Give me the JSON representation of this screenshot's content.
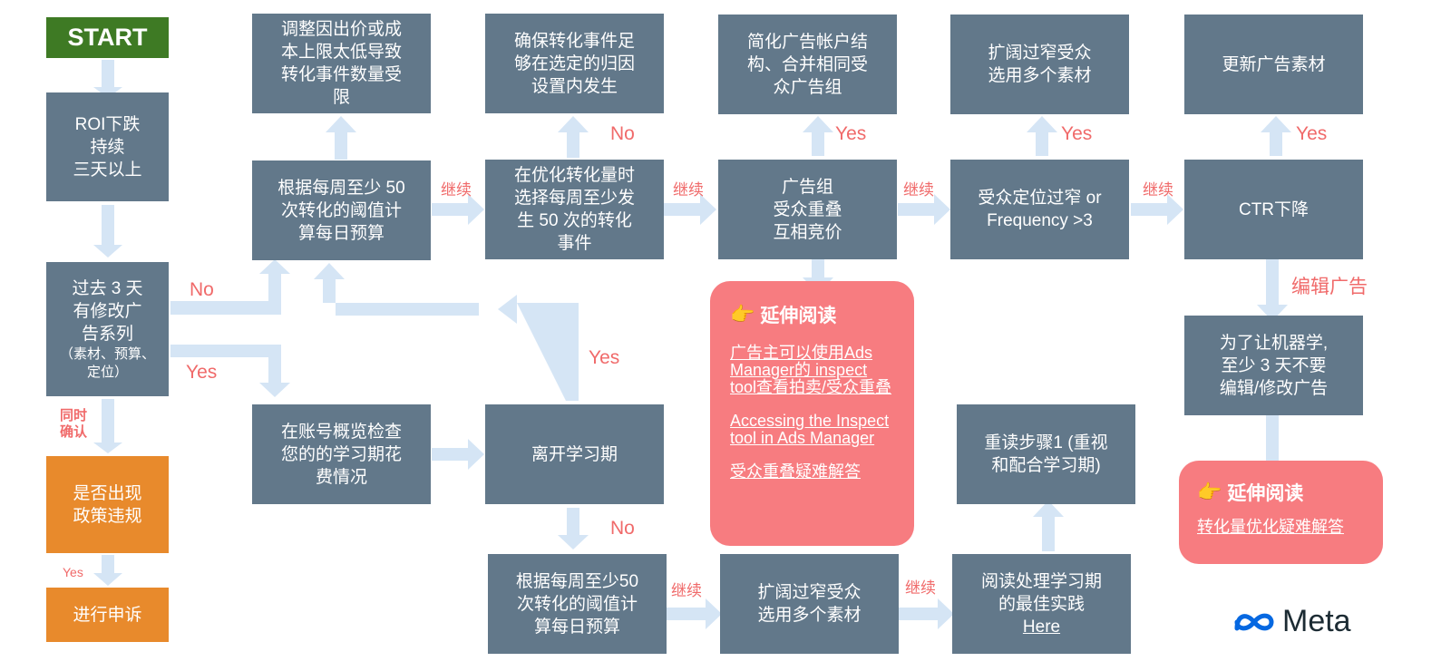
{
  "nodes": {
    "start": "START",
    "roi_drop": "ROI下跌\n持续\n三天以上",
    "modified": "过去 3 天\n有修改广\n告系列",
    "modified_note": "（素材、预算、\n定位）",
    "policy": "是否出现\n政策违规",
    "appeal": "进行申诉",
    "adjust_bid": "调整因出价或成\n本上限太低导致\n转化事件数量受\n限",
    "budget_top": "根据每周至少 50\n次转化的阈值计\n算每日预算",
    "learning_spend": "在账号概览检查\n您的的学习期花\n费情况",
    "ensure_event": "确保转化事件足\n够在选定的归因\n设置内发生",
    "optimize_event": "在优化转化量时\n选择每周至少发\n生 50 次的转化\n事件",
    "exit_learning": "离开学习期",
    "budget_bottom": "根据每周至少50\n次转化的阈值计\n算每日预算",
    "simplify": "简化广告帐户结\n构、合并相同受\n众广告组",
    "overlap": "广告组\n受众重叠\n互相竞价",
    "broaden_top": "扩阔过窄受众\n选用多个素材",
    "narrow": "受众定位过窄 or\nFrequency >3",
    "broaden_bottom": "扩阔过窄受众\n选用多个素材",
    "reread": "重读步骤1 (重视\n和配合学习期)",
    "read_best": "阅读处理学习期\n的最佳实践",
    "read_best_link": "Here",
    "update_creative": "更新广告素材",
    "ctr_drop": "CTR下降",
    "no_edit": "为了让机器学,\n至少 3 天不要\n编辑/修改广告"
  },
  "labels": {
    "no": "No",
    "yes": "Yes",
    "continue": "继续",
    "confirm": "同时\n确认",
    "edit_ad": "编辑广告"
  },
  "callout_overlap": {
    "heading": "延伸阅读",
    "hand_icon": "pointing-hand-icon",
    "links": [
      "广告主可以使用Ads Manager的 inspect tool查看拍卖/受众重叠",
      "Accessing the Inspect tool in Ads Manager",
      "受众重叠疑难解答"
    ]
  },
  "callout_ctr": {
    "heading": "延伸阅读",
    "hand_icon": "pointing-hand-icon",
    "links": [
      "转化量优化疑难解答"
    ]
  },
  "logo": {
    "text": "Meta",
    "icon": "meta-infinity-icon"
  },
  "colors": {
    "node": "#62788a",
    "start": "#3e7a24",
    "policy": "#e88a2c",
    "callout": "#f77c80",
    "arrow": "#d5e5f5",
    "label": "#f06a6a",
    "meta_blue": "#0668e1"
  }
}
